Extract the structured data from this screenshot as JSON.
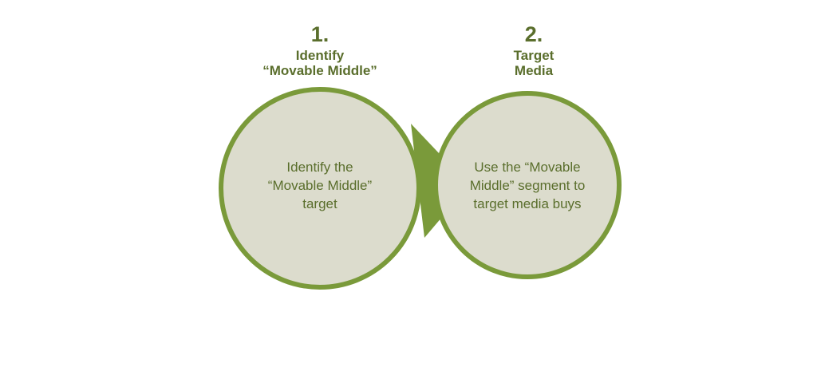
{
  "colors": {
    "ring": "#7a9a3a",
    "fill": "#dcdccd",
    "text": "#5a6e2c",
    "background": "#ffffff"
  },
  "steps": [
    {
      "number": "1.",
      "heading_lines": [
        "Identify",
        "“Movable Middle”"
      ],
      "body_lines": [
        "Identify the",
        "“Movable Middle”",
        "target"
      ]
    },
    {
      "number": "2.",
      "heading_lines": [
        "Target",
        "Media"
      ],
      "body_lines": [
        "Use the “Movable",
        "Middle” segment to",
        "target media buys"
      ]
    }
  ]
}
